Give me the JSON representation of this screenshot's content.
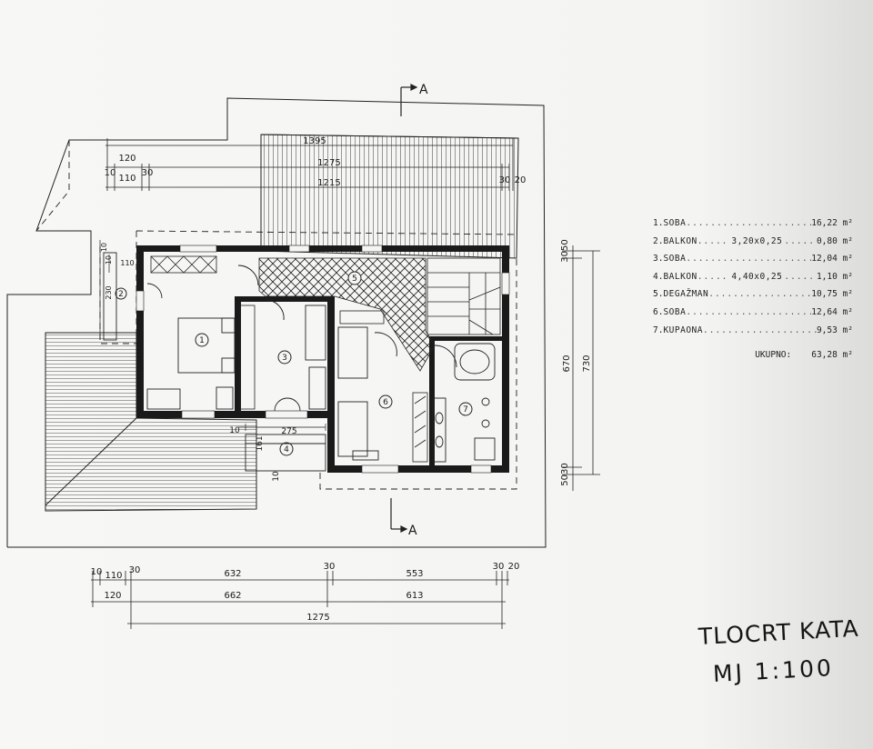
{
  "drawing": {
    "title": "TLOCRT KATA",
    "scale": "MJ 1:100",
    "section_marker": "A"
  },
  "rooms": [
    {
      "num": "1.",
      "name": "SOBA",
      "note": "",
      "area": "16,22 m²"
    },
    {
      "num": "2.",
      "name": "BALKON",
      "note": "3,20x0,25",
      "area": "0,80 m²"
    },
    {
      "num": "3.",
      "name": "SOBA",
      "note": "",
      "area": "12,04 m²"
    },
    {
      "num": "4.",
      "name": "BALKON",
      "note": "4,40x0,25",
      "area": "1,10 m²"
    },
    {
      "num": "5.",
      "name": "DEGAŽMAN",
      "note": "",
      "area": "10,75 m²"
    },
    {
      "num": "6.",
      "name": "SOBA",
      "note": "",
      "area": "12,64 m²"
    },
    {
      "num": "7.",
      "name": "KUPAONA",
      "note": "",
      "area": "9,53 m²"
    }
  ],
  "total": {
    "label": "UKUPNO:",
    "area": "63,28 m²"
  },
  "room_markers": [
    "1",
    "2",
    "3",
    "4",
    "5",
    "6",
    "7"
  ],
  "dims": {
    "top": {
      "r1": "1395",
      "r2": "1275",
      "r3": "1215",
      "left_a": "120",
      "left_b": "10",
      "left_c": "110",
      "left_d": "30",
      "right_a": "30",
      "right_b": "20"
    },
    "bottom": {
      "a": "10",
      "b": "110",
      "c": "30",
      "d": "632",
      "e": "30",
      "f": "553",
      "g": "30",
      "h": "20",
      "i": "120",
      "j": "662",
      "k": "613",
      "l": "1275"
    },
    "right": {
      "a": "3050",
      "b": "670",
      "c": "730",
      "d": "5030"
    },
    "left": {
      "a": "10",
      "b": "10",
      "c": "110",
      "d": "230"
    },
    "balcony4": {
      "w": "275",
      "a": "10",
      "b": "161",
      "c": "10"
    }
  },
  "colors": {
    "ink": "#1a1a1a",
    "paper": "#f5f5f3"
  }
}
